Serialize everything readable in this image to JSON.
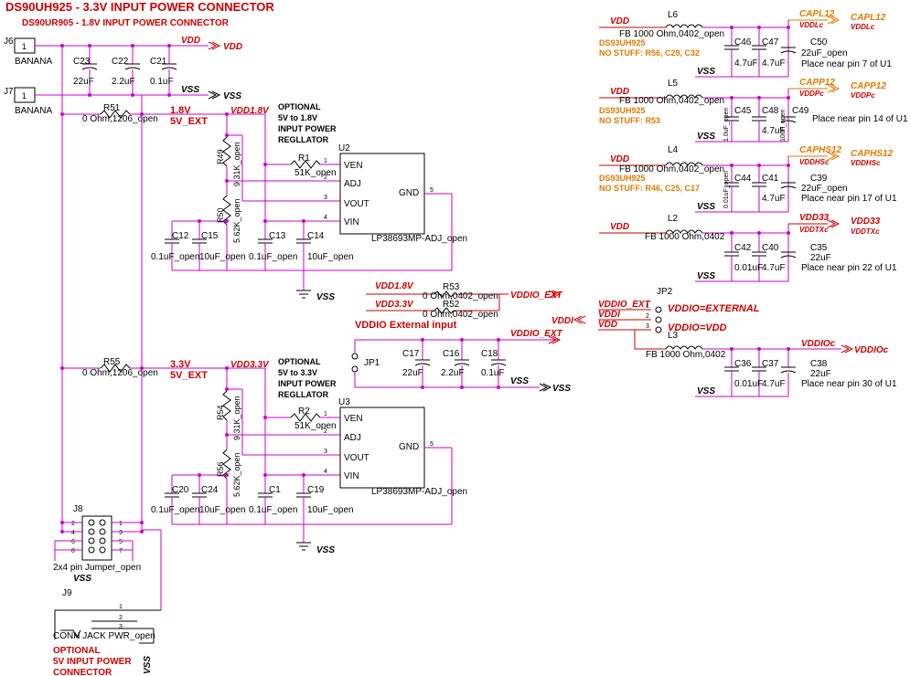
{
  "title": "DS90UH925 - 3.3V INPUT POWER CONNECTOR",
  "subtitle": "DS90UR905 - 1.8V INPUT POWER CONNECTOR",
  "nets": {
    "vdd": "VDD",
    "vss": "VSS",
    "vdd18": "VDD1.8V",
    "vdd33": "VDD3.3V",
    "v18": "1.8V",
    "v33": "3.3V",
    "v5ext": "5V_EXT",
    "vddio_ext": "VDDIO_EXT",
    "vddi": "VDDI",
    "capl12": "CAPL12",
    "vddlc": "VDDLc",
    "capp12": "CAPP12",
    "vddpc": "VDDPc",
    "caphs12": "CAPHS12",
    "vddhsc": "VDDHSc",
    "vddtxc": "VDDTXc",
    "vddioc": "VDDIOc"
  },
  "connectors": {
    "j6": "J6",
    "j7": "J7",
    "banana": "BANANA",
    "pin1": "1",
    "j8": "J8",
    "j8_desc": "2x4 pin Jumper_open",
    "j9": "J9",
    "j9_desc": "CONN JACK PWR_open",
    "opt5v": [
      "OPTIONAL",
      "5V INPUT POWER",
      "CONNECTOR"
    ]
  },
  "caps_input": [
    {
      "ref": "C23",
      "val": "22uF"
    },
    {
      "ref": "C22",
      "val": "2.2uF"
    },
    {
      "ref": "C21",
      "val": "0.1uF"
    }
  ],
  "reg1": {
    "note": [
      "OPTIONAL",
      "5V to 1.8V",
      "INPUT POWER",
      "REGLLATOR"
    ],
    "ref": "U2",
    "part": "LP38693MP-ADJ_open",
    "pins": [
      "VEN",
      "ADJ",
      "VOUT",
      "VIN",
      "GND"
    ],
    "r_series": {
      "ref": "R51",
      "val": "0 Ohm,1206_open"
    },
    "r_en": {
      "ref": "R1",
      "val": "51K_open"
    },
    "r_a": {
      "ref": "R49",
      "val": "9.31K_open"
    },
    "r_b": {
      "ref": "R50",
      "val": "5.62K_open"
    },
    "caps": [
      {
        "ref": "C12",
        "val": "0.1uF_open"
      },
      {
        "ref": "C15",
        "val": "10uF_open"
      },
      {
        "ref": "C13",
        "val": "0.1uF_open"
      },
      {
        "ref": "C14",
        "val": "10uF_open"
      }
    ]
  },
  "reg2": {
    "note": [
      "OPTIONAL",
      "5V to 3.3V",
      "INPUT POWER",
      "REGLLATOR"
    ],
    "ref": "U3",
    "part": "LP38693MP-ADJ_open",
    "pins": [
      "VEN",
      "ADJ",
      "VOUT",
      "VIN",
      "GND"
    ],
    "r_series": {
      "ref": "R55",
      "val": "0 Ohm,1206_open"
    },
    "r_en": {
      "ref": "R2",
      "val": "51K_open"
    },
    "r_a": {
      "ref": "R54",
      "val": "9.31K_open"
    },
    "r_b": {
      "ref": "R56",
      "val": "5.62K_open"
    },
    "caps": [
      {
        "ref": "C20",
        "val": "0.1uF_open"
      },
      {
        "ref": "C24",
        "val": "10uF_open"
      },
      {
        "ref": "C1",
        "val": "0.1uF_open"
      },
      {
        "ref": "C19",
        "val": "10uF_open"
      }
    ]
  },
  "vddio_sel": {
    "r53": {
      "ref": "R53",
      "val": "0 Ohm,0402_open"
    },
    "r52": {
      "ref": "R52",
      "val": "0 Ohm,0402_open"
    },
    "ext_title": "VDDIO External input",
    "jp1": "JP1",
    "caps": [
      {
        "ref": "C17",
        "val": "22uF"
      },
      {
        "ref": "C16",
        "val": "2.2uF"
      },
      {
        "ref": "C18",
        "val": "0.1uF"
      }
    ]
  },
  "jp2": {
    "ref": "JP2",
    "opt_ext": "VDDIO=EXTERNAL",
    "opt_vdd": "VDDIO=VDD",
    "pins": [
      "1",
      "2",
      "3"
    ]
  },
  "filters": [
    {
      "l": "L6",
      "fb": "FB 1000 Ohm,0402_open",
      "out": "CAPL12",
      "outc": "VDDLc",
      "part": "DS93UH925",
      "nostuff": "NO STUFF: R56, C29, C32",
      "caps": [
        {
          "ref": "C46",
          "val": "4.7uF"
        },
        {
          "ref": "C47",
          "val": "4.7uF"
        },
        {
          "ref": "C50",
          "val": "22uF_open"
        }
      ],
      "place": "Place near pin 7 of U1"
    },
    {
      "l": "L5",
      "fb": "FB 1000 Ohm,0402_open",
      "out": "CAPP12",
      "outc": "VDDPc",
      "part": "DS93UH925",
      "nostuff": "NO STUFF: R53",
      "caps": [
        {
          "ref": "C45",
          "val": "1.0uF_open"
        },
        {
          "ref": "C48",
          "val": "4.7uF"
        },
        {
          "ref": "C49",
          "val": "10uF_open"
        }
      ],
      "place": "Place near pin 14 of U1"
    },
    {
      "l": "L4",
      "fb": "FB 1000 Ohm,0402_open",
      "out": "CAPHS12",
      "outc": "VDDHSc",
      "part": "DS93UH925",
      "nostuff": "NO STUFF: R46, C25, C17",
      "caps": [
        {
          "ref": "C44",
          "val": "0.01uF_open"
        },
        {
          "ref": "C41",
          "val": "4.7uF"
        },
        {
          "ref": "C39",
          "val": "22uF_open"
        }
      ],
      "place": "Place near pin 17 of U1"
    },
    {
      "l": "L2",
      "fb": "FB 1000 Ohm,0402",
      "out": "VDD33",
      "outc": "VDDTXc",
      "caps": [
        {
          "ref": "C42",
          "val": "0.01uF"
        },
        {
          "ref": "C40",
          "val": "4.7uF"
        },
        {
          "ref": "C35",
          "val": "22uF"
        }
      ],
      "place": "Place near pin 22 of U1"
    },
    {
      "l": "L3",
      "fb": "FB 1000 Ohm,0402",
      "out": "VDDIOc",
      "caps": [
        {
          "ref": "C36",
          "val": "0.01uF"
        },
        {
          "ref": "C37",
          "val": "4.7uF"
        },
        {
          "ref": "C38",
          "val": "22uF"
        }
      ],
      "place": "Place near pin 30 of U1"
    }
  ],
  "pin_labels": {
    "p1": "1",
    "p2": "2",
    "p3": "3",
    "p4": "4",
    "p5": "5",
    "p6": "6",
    "p7": "7",
    "p8": "8"
  }
}
